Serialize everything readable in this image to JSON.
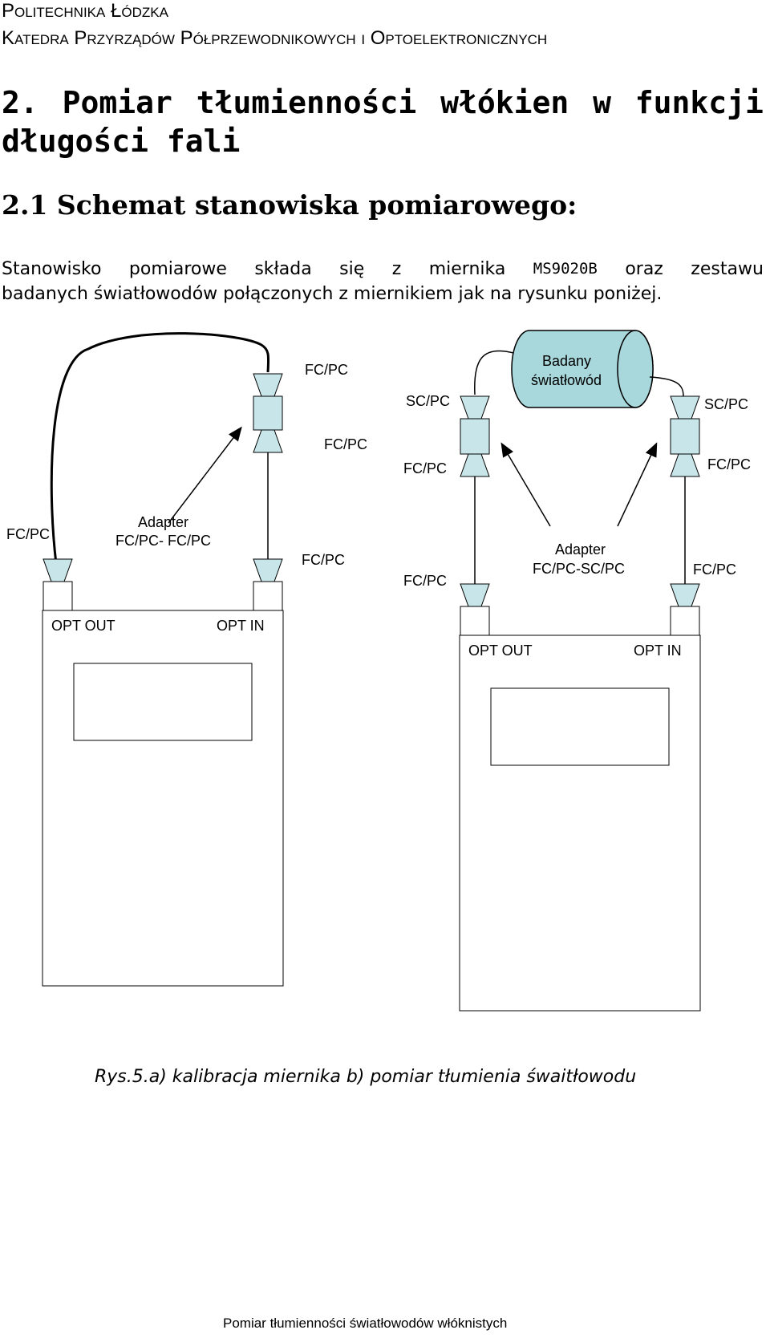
{
  "header": {
    "university": "Politechnika Łódzka",
    "department": "Katedra Przyrządów Półprzewodnikowych i Optoelektronicznych"
  },
  "section": {
    "title_line1_words": [
      "2.",
      "Pomiar",
      "tłumienności",
      "włókien",
      "w",
      "funkcji"
    ],
    "title_line2": "długości fali",
    "subsection": "2.1 Schemat stanowiska pomiarowego:"
  },
  "paragraph": {
    "line1_words": [
      "Stanowisko",
      "pomiarowe",
      "składa",
      "się",
      "z",
      "miernika"
    ],
    "model": "MS9020B",
    "line1_end_words": [
      "oraz",
      "zestawu"
    ],
    "line2": "badanych światłowodów połączonych z miernikiem jak na rysunku poniżej."
  },
  "diagram": {
    "left": {
      "connector_top": "FC/PC",
      "connector_mid": "FC/PC",
      "connector_out": "FC/PC",
      "connector_in": "FC/PC",
      "adapter_line1": "Adapter",
      "adapter_line2": "FC/PC- FC/PC",
      "port_out": "OPT OUT",
      "port_in": "OPT IN"
    },
    "right": {
      "fiber_line1": "Badany",
      "fiber_line2": "światłowód",
      "sc_left": "SC/PC",
      "sc_right": "SC/PC",
      "fc_left_upper": "FC/PC",
      "fc_right_upper": "FC/PC",
      "fc_left_lower": "FC/PC",
      "fc_right_lower": "FC/PC",
      "adapter_line1": "Adapter",
      "adapter_line2": "FC/PC-SC/PC",
      "port_out": "OPT OUT",
      "port_in": "OPT IN"
    },
    "colors": {
      "connector_fill": "#c8e6ea",
      "fiber_fill": "#a8d8dc"
    }
  },
  "caption": "Rys.5.a) kalibracja miernika b) pomiar tłumienia śwaitłowodu",
  "footer": "Pomiar tłumienności światłowodów włóknistych"
}
